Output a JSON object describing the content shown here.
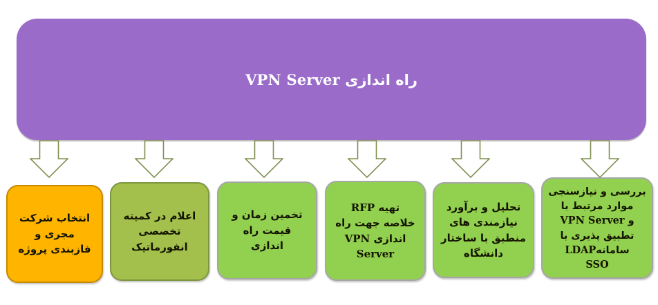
{
  "header": {
    "title": "راه اندازی VPN Server"
  },
  "colors": {
    "header_bg": "#9A6BC9",
    "green_fill": "#92D050",
    "green_border": "#A6A6A6",
    "olive_fill": "#A3C04C",
    "olive_border": "#7E9540",
    "orange_fill": "#FFB400",
    "orange_border": "#C68A00",
    "arrow_stroke": "#7E8F4F",
    "arrow_fill": "#FFFFFF"
  },
  "icons": {
    "arrow": "down-arrow-icon"
  },
  "steps": [
    {
      "id": "select-company",
      "variant": "orange",
      "lines": [
        "انتخاب شرکت",
        "مجری و",
        "فازبندی پروژه"
      ]
    },
    {
      "id": "announce-informatics-committee",
      "variant": "olive",
      "lines": [
        "اعلام در کمیته",
        "تخصصی",
        "انفورماتیک"
      ]
    },
    {
      "id": "estimate-time-cost",
      "variant": "green",
      "lines": [
        "تخمین زمان و",
        "قیمت راه",
        "اندازی"
      ]
    },
    {
      "id": "prepare-rfp",
      "variant": "green",
      "lines": [
        "تهیه RFP",
        "خلاصه جهت راه",
        "اندازی VPN",
        "Server"
      ]
    },
    {
      "id": "analyze-requirements",
      "variant": "green",
      "lines": [
        "تحلیل و برآورد",
        "نیازمندی های",
        "منطبق با ساختار",
        "دانشگاه"
      ]
    },
    {
      "id": "review-needs-assessment",
      "variant": "green",
      "lines": [
        "بررسی و نیازسنجی",
        "موارد مرتبط با",
        "و VPN Server",
        "تطبیق پذیری با",
        "سامانهLDAP",
        "SSO"
      ]
    }
  ]
}
